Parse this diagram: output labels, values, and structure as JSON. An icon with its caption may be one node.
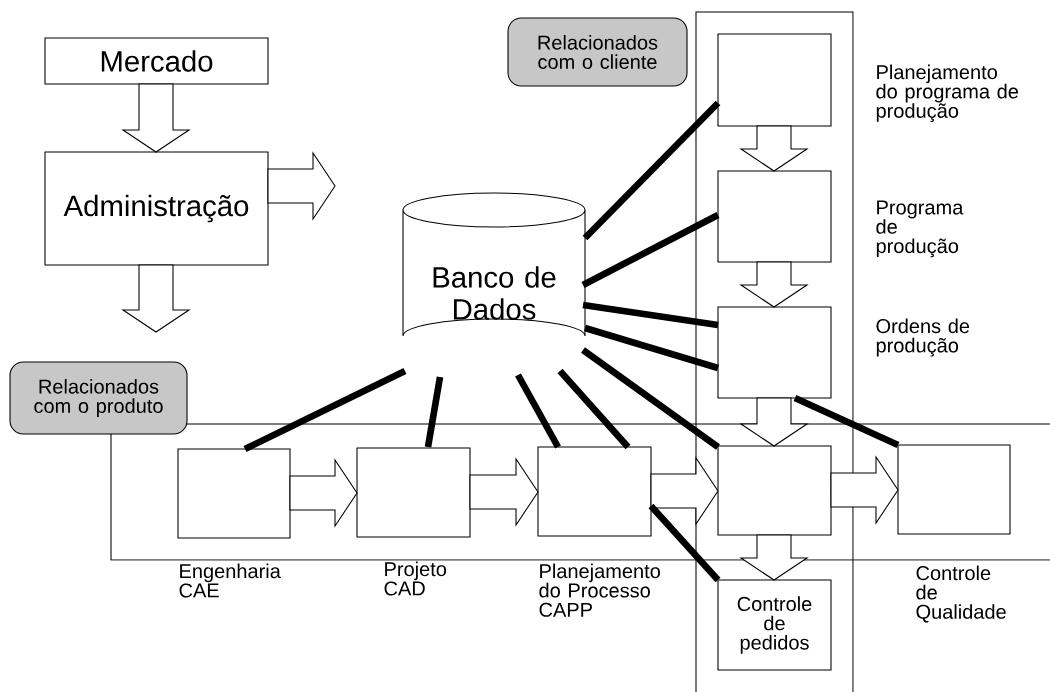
{
  "diagram": {
    "nodes": [
      {
        "text": [
          "Mercado"
        ]
      },
      {
        "text": [
          "Administração"
        ]
      },
      {
        "text": [
          "Banco de Dados"
        ]
      },
      {
        "text": [
          "Relacionados com o cliente"
        ]
      },
      {
        "text": [
          "Relacionados com o produto"
        ]
      },
      {
        "text": [],
        "shape": "box"
      },
      {
        "text": [],
        "shape": "box"
      },
      {
        "text": [],
        "shape": "box",
        "in": 5,
        "beside": [
          "Planejamento do programa de produção"
        ]
      },
      {
        "text": [],
        "shape": "box",
        "in": 5,
        "beside": [
          "Programa de produção"
        ]
      },
      {
        "text": [],
        "shape": "box",
        "in": 5,
        "beside": [
          "Ordens de produção"
        ]
      },
      {
        "text": [],
        "shape": "box",
        "in": 6,
        "beside": [
          "Engenharia CAE"
        ]
      },
      {
        "text": [],
        "shape": "box",
        "in": 6,
        "beside": [
          "Projeto CAD"
        ]
      },
      {
        "text": [],
        "shape": "box",
        "in": 6,
        "beside": [
          "Planejamento do Processo CAPP"
        ]
      },
      {
        "text": [],
        "shape": "box"
      },
      {
        "text": [],
        "shape": "box",
        "beside": [
          "Controle de Qualidade"
        ]
      },
      {
        "text": [
          "Controle de pedidos"
        ],
        "in": 5
      }
    ],
    "edges": [
      {
        "from": 0,
        "to": 1,
        "arrow": "to"
      },
      {
        "from": 1,
        "to": null,
        "arrow": "to"
      },
      {
        "from": 1,
        "to": null,
        "arrow": "to"
      },
      {
        "from": 7,
        "to": 8,
        "arrow": "to"
      },
      {
        "from": 8,
        "to": 9,
        "arrow": "to"
      },
      {
        "from": 9,
        "to": 13,
        "arrow": "to"
      },
      {
        "from": 10,
        "to": 11,
        "arrow": "to"
      },
      {
        "from": 11,
        "to": 12,
        "arrow": "to"
      },
      {
        "from": 12,
        "to": 13,
        "arrow": "to"
      },
      {
        "from": 13,
        "to": 14,
        "arrow": "to"
      },
      {
        "from": 13,
        "to": 15,
        "arrow": "to"
      },
      {
        "from": 2,
        "to": 7,
        "arrow": "none"
      },
      {
        "from": 2,
        "to": 8,
        "arrow": "none"
      },
      {
        "from": 2,
        "to": 9,
        "arrow": "none"
      },
      {
        "from": 2,
        "to": 9,
        "arrow": "none"
      },
      {
        "from": 2,
        "to": 13,
        "arrow": "none"
      },
      {
        "from": 2,
        "to": 12,
        "arrow": "none"
      },
      {
        "from": 2,
        "to": 12,
        "arrow": "none"
      },
      {
        "from": 2,
        "to": 11,
        "arrow": "none"
      },
      {
        "from": 2,
        "to": 10,
        "arrow": "none"
      },
      {
        "from": 12,
        "to": 15,
        "arrow": "none"
      },
      {
        "from": 9,
        "to": 14,
        "arrow": "none"
      }
    ]
  }
}
